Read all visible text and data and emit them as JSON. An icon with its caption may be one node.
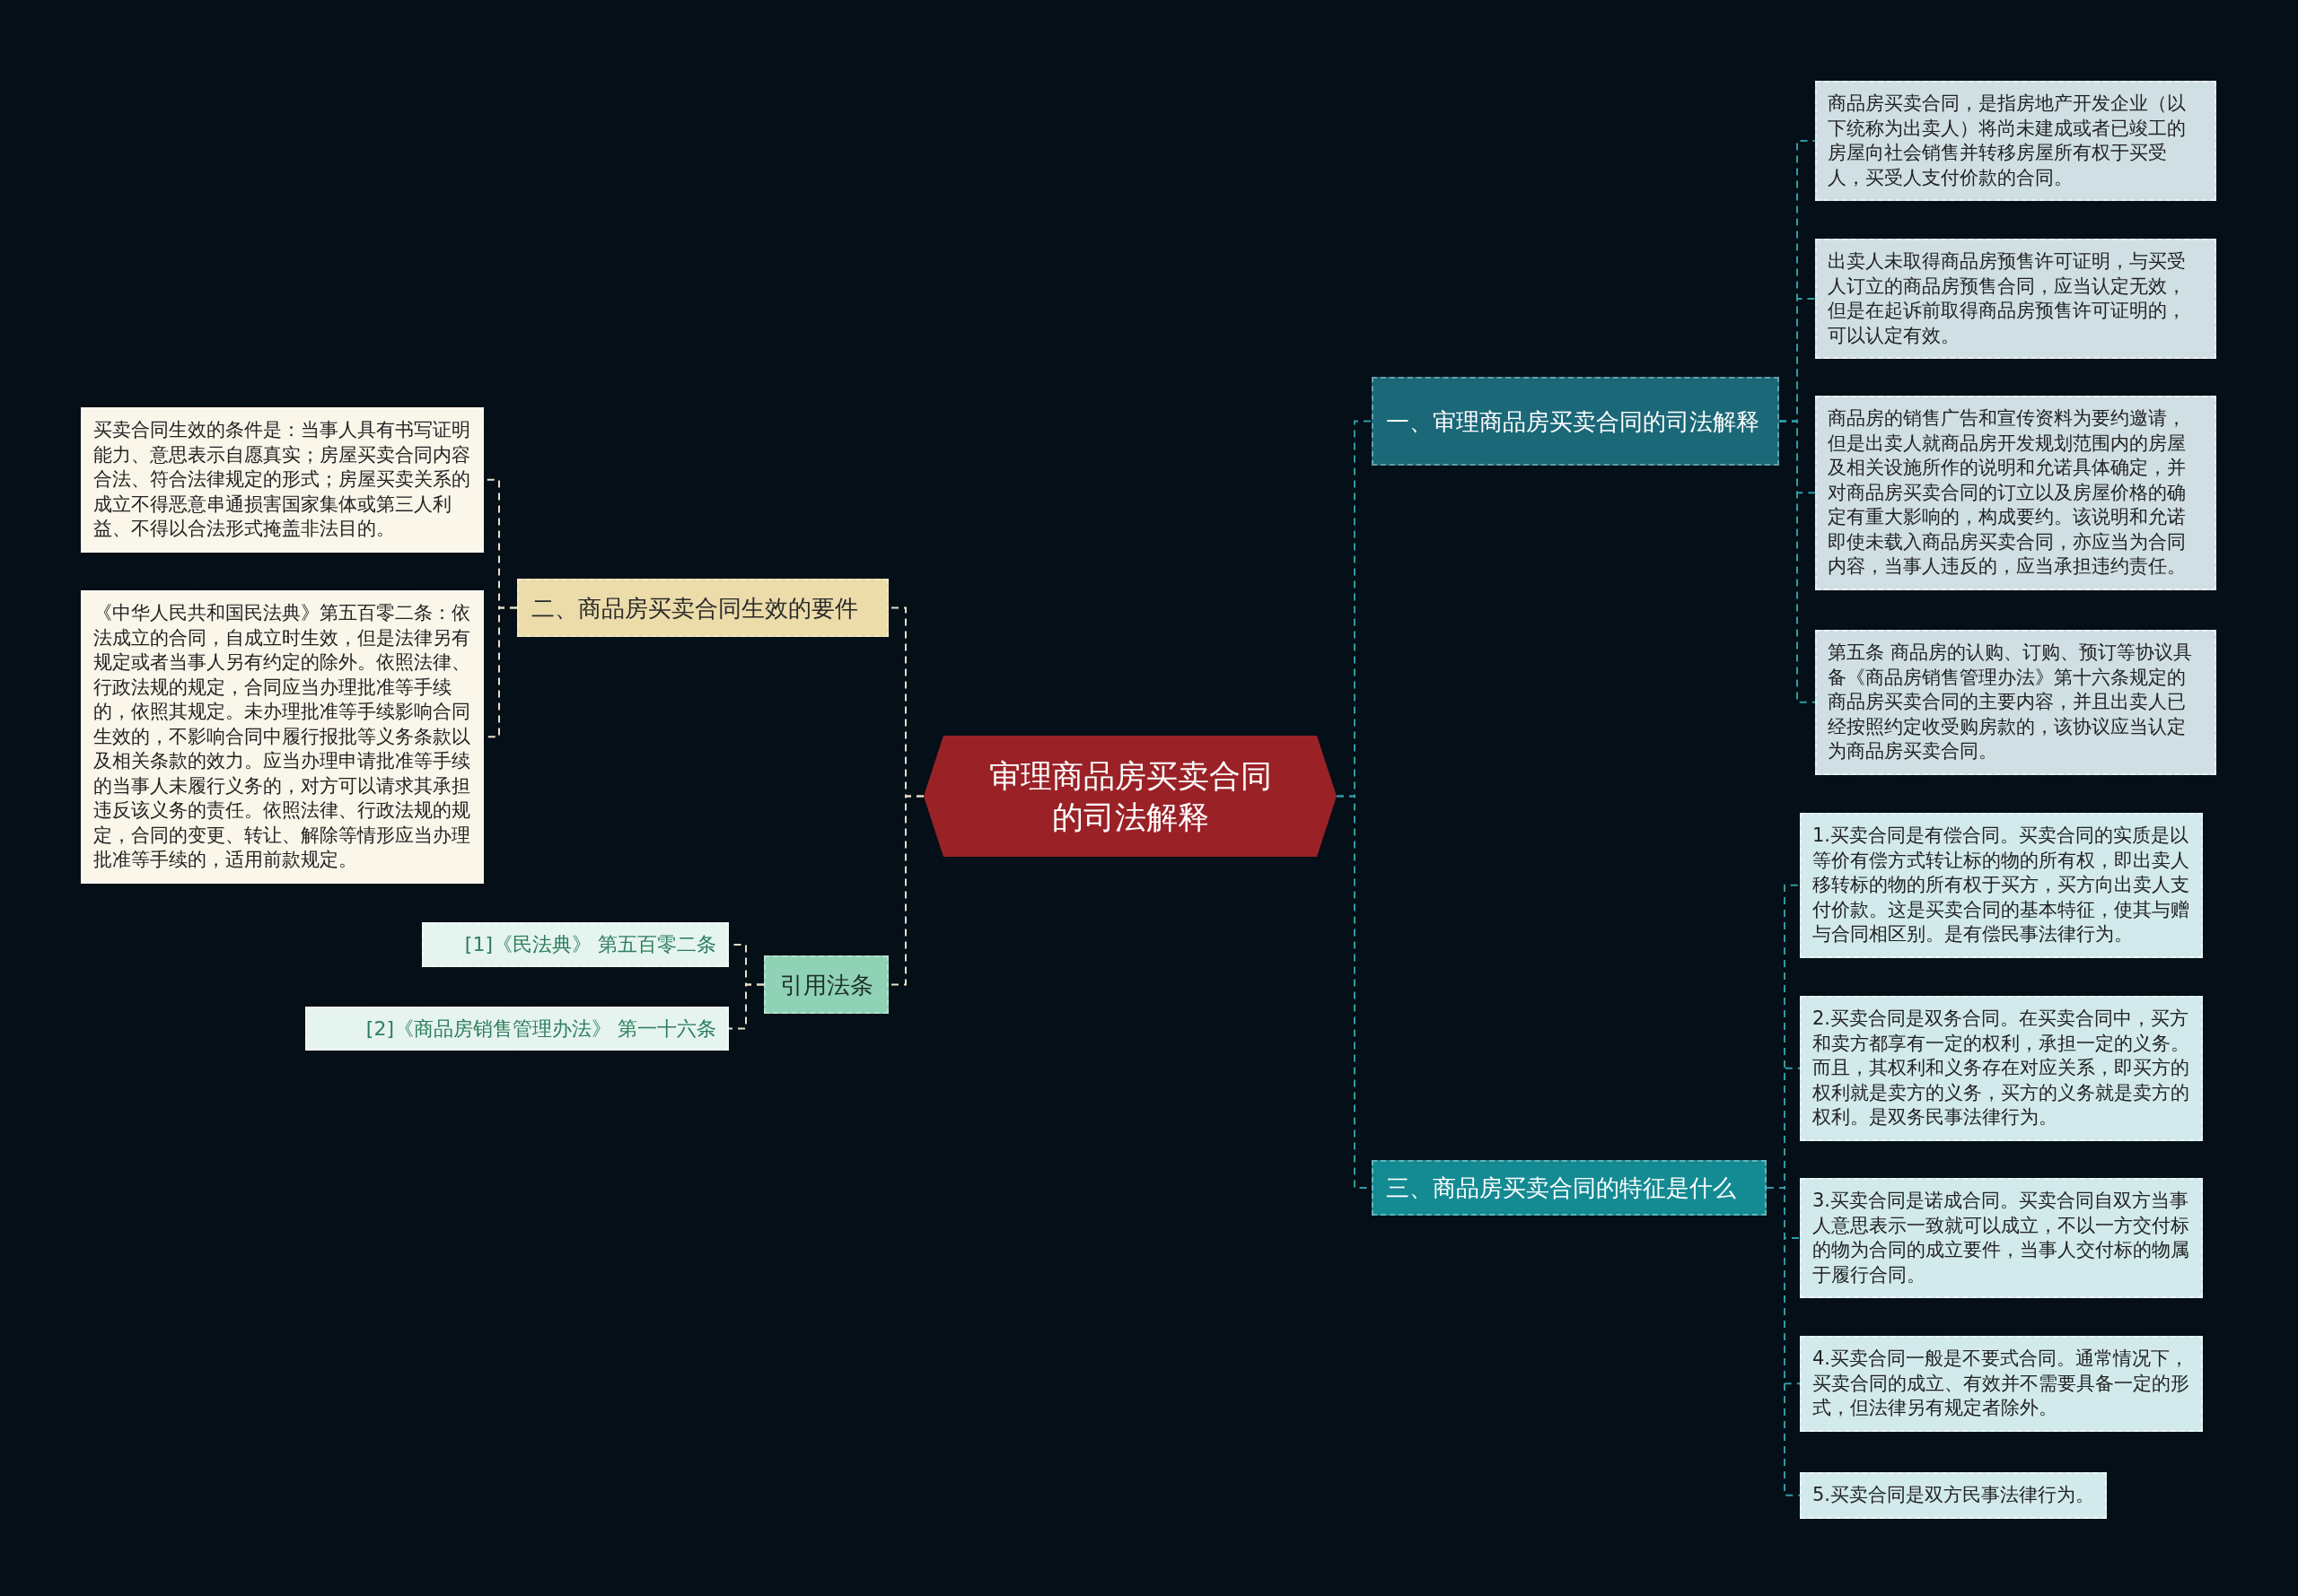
{
  "diagram": {
    "nodes": [
      {
        "text": [
          "审理商品房买卖合同的司法解释"
        ]
      },
      {
        "text": [
          "一、审理商品房买卖合同的司法解释"
        ]
      },
      {
        "text": [
          "商品房买卖合同，是指房地产开发企业（以下统称为出卖人）将尚未建成或者已竣工的房屋向社会销售并转移房屋所有权于买受人，买受人支付价款的合同。"
        ]
      },
      {
        "text": [
          "出卖人未取得商品房预售许可证明，与买受人订立的商品房预售合同，应当认定无效，但是在起诉前取得商品房预售许可证明的，可以认定有效。"
        ]
      },
      {
        "text": [
          "商品房的销售广告和宣传资料为要约邀请，但是出卖人就商品房开发规划范围内的房屋及相关设施所作的说明和允诺具体确定，并对商品房买卖合同的订立以及房屋价格的确定有重大影响的，构成要约。该说明和允诺即使未载入商品房买卖合同，亦应当为合同内容，当事人违反的，应当承担违约责任。"
        ]
      },
      {
        "text": [
          "第五条 商品房的认购、订购、预订等协议具备《商品房销售管理办法》第十六条规定的商品房买卖合同的主要内容，并且出卖人已经按照约定收受购房款的，该协议应当认定为商品房买卖合同。"
        ]
      },
      {
        "text": [
          "二、商品房买卖合同生效的要件"
        ]
      },
      {
        "text": [
          "买卖合同生效的条件是：当事人具有书写证明能力、意思表示自愿真实；房屋买卖合同内容合法、符合法律规定的形式；房屋买卖关系的成立不得恶意串通损害国家集体或第三人利益、不得以合法形式掩盖非法目的。"
        ]
      },
      {
        "text": [
          "《中华人民共和国民法典》第五百零二条：依法成立的合同，自成立时生效，但是法律另有规定或者当事人另有约定的除外。依照法律、行政法规的规定，合同应当办理批准等手续的，依照其规定。未办理批准等手续影响合同生效的，不影响合同中履行报批等义务条款以及相关条款的效力。应当办理申请批准等手续的当事人未履行义务的，对方可以请求其承担违反该义务的责任。依照法律、行政法规的规定，合同的变更、转让、解除等情形应当办理批准等手续的，适用前款规定。"
        ]
      },
      {
        "text": [
          "引用法条"
        ]
      },
      {
        "text": [
          "[1]《民法典》 第五百零二条"
        ]
      },
      {
        "text": [
          "[2]《商品房销售管理办法》 第一十六条"
        ]
      },
      {
        "text": [
          "三、商品房买卖合同的特征是什么"
        ]
      },
      {
        "text": [
          "1.买卖合同是有偿合同。买卖合同的实质是以等价有偿方式转让标的物的所有权，即出卖人移转标的物的所有权于买方，买方向出卖人支付价款。这是买卖合同的基本特征，使其与赠与合同相区别。是有偿民事法律行为。"
        ]
      },
      {
        "text": [
          "2.买卖合同是双务合同。在买卖合同中，买方和卖方都享有一定的权利，承担一定的义务。而且，其权利和义务存在对应关系，即买方的权利就是卖方的义务，买方的义务就是卖方的权利。是双务民事法律行为。"
        ]
      },
      {
        "text": [
          "3.买卖合同是诺成合同。买卖合同自双方当事人意思表示一致就可以成立，不以一方交付标的物为合同的成立要件，当事人交付标的物属于履行合同。"
        ]
      },
      {
        "text": [
          "4.买卖合同一般是不要式合同。通常情况下，买卖合同的成立、有效并不需要具备一定的形式，但法律另有规定者除外。"
        ]
      },
      {
        "text": [
          "5.买卖合同是双方民事法律行为。"
        ]
      }
    ],
    "edges": [
      {
        "from": 0,
        "to": 1,
        "arrow": "none"
      },
      {
        "from": 1,
        "to": 2,
        "arrow": "none"
      },
      {
        "from": 1,
        "to": 3,
        "arrow": "none"
      },
      {
        "from": 1,
        "to": 4,
        "arrow": "none"
      },
      {
        "from": 1,
        "to": 5,
        "arrow": "none"
      },
      {
        "from": 0,
        "to": 6,
        "arrow": "none",
        "color": "#e6dfc6"
      },
      {
        "from": 6,
        "to": 7,
        "arrow": "none",
        "color": "#e6dfc6"
      },
      {
        "from": 6,
        "to": 8,
        "arrow": "none",
        "color": "#e6dfc6"
      },
      {
        "from": 0,
        "to": 9,
        "arrow": "none",
        "color": "#e6dfc6"
      },
      {
        "from": 9,
        "to": 10,
        "arrow": "none",
        "color": "#e6dfc6"
      },
      {
        "from": 9,
        "to": 11,
        "arrow": "none",
        "color": "#e6dfc6"
      },
      {
        "from": 0,
        "to": 12,
        "arrow": "none"
      },
      {
        "from": 12,
        "to": 13,
        "arrow": "none"
      },
      {
        "from": 12,
        "to": 14,
        "arrow": "none"
      },
      {
        "from": 12,
        "to": 15,
        "arrow": "none"
      },
      {
        "from": 12,
        "to": 16,
        "arrow": "none"
      },
      {
        "from": 12,
        "to": 17,
        "arrow": "none"
      }
    ]
  }
}
